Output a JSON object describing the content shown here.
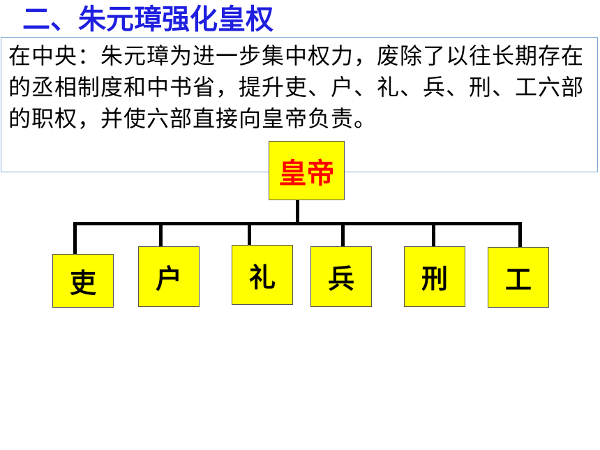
{
  "title": "二、朱元璋强化皇权",
  "paragraph": "在中央：朱元璋为进一步集中权力，废除了以往长期存在的丞相制度和中书省，提升吏、户、礼、兵、刑、工六部的职权，并使六部直接向皇帝负责。",
  "chart": {
    "root": "皇帝",
    "departments": [
      "吏",
      "户",
      "礼",
      "兵",
      "刑",
      "工"
    ]
  },
  "colors": {
    "title": "#1f1fe0",
    "box_fill": "#ffff00",
    "root_text": "#ff0000"
  }
}
